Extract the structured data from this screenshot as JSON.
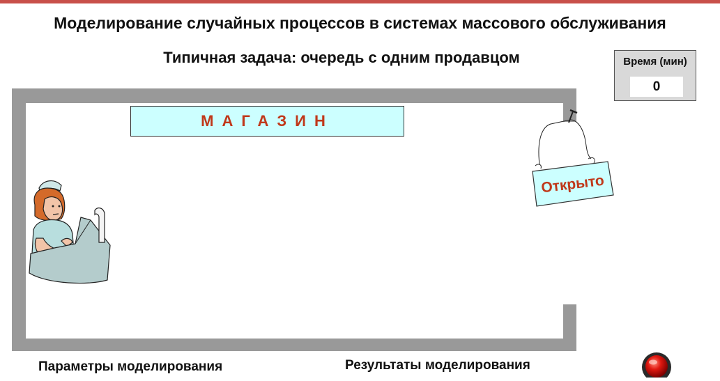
{
  "header": {
    "title": "Моделирование случайных процессов в системах массового обслуживания",
    "subtitle": "Типичная задача: очередь с одним продавцом"
  },
  "timer": {
    "label": "Время (мин)",
    "value": "0"
  },
  "shop": {
    "sign_text": "МАГАЗИН",
    "open_sign": "Открыто",
    "sign_color": "#ccffff",
    "wall_color": "#999999",
    "text_color": "#c0381a"
  },
  "clerk": {
    "icon": "cashier-clerk-illustration"
  },
  "footer": {
    "params_label": "Параметры моделирования",
    "results_label": "Результаты моделирования",
    "run_button_icon": "red-round-button-icon"
  }
}
